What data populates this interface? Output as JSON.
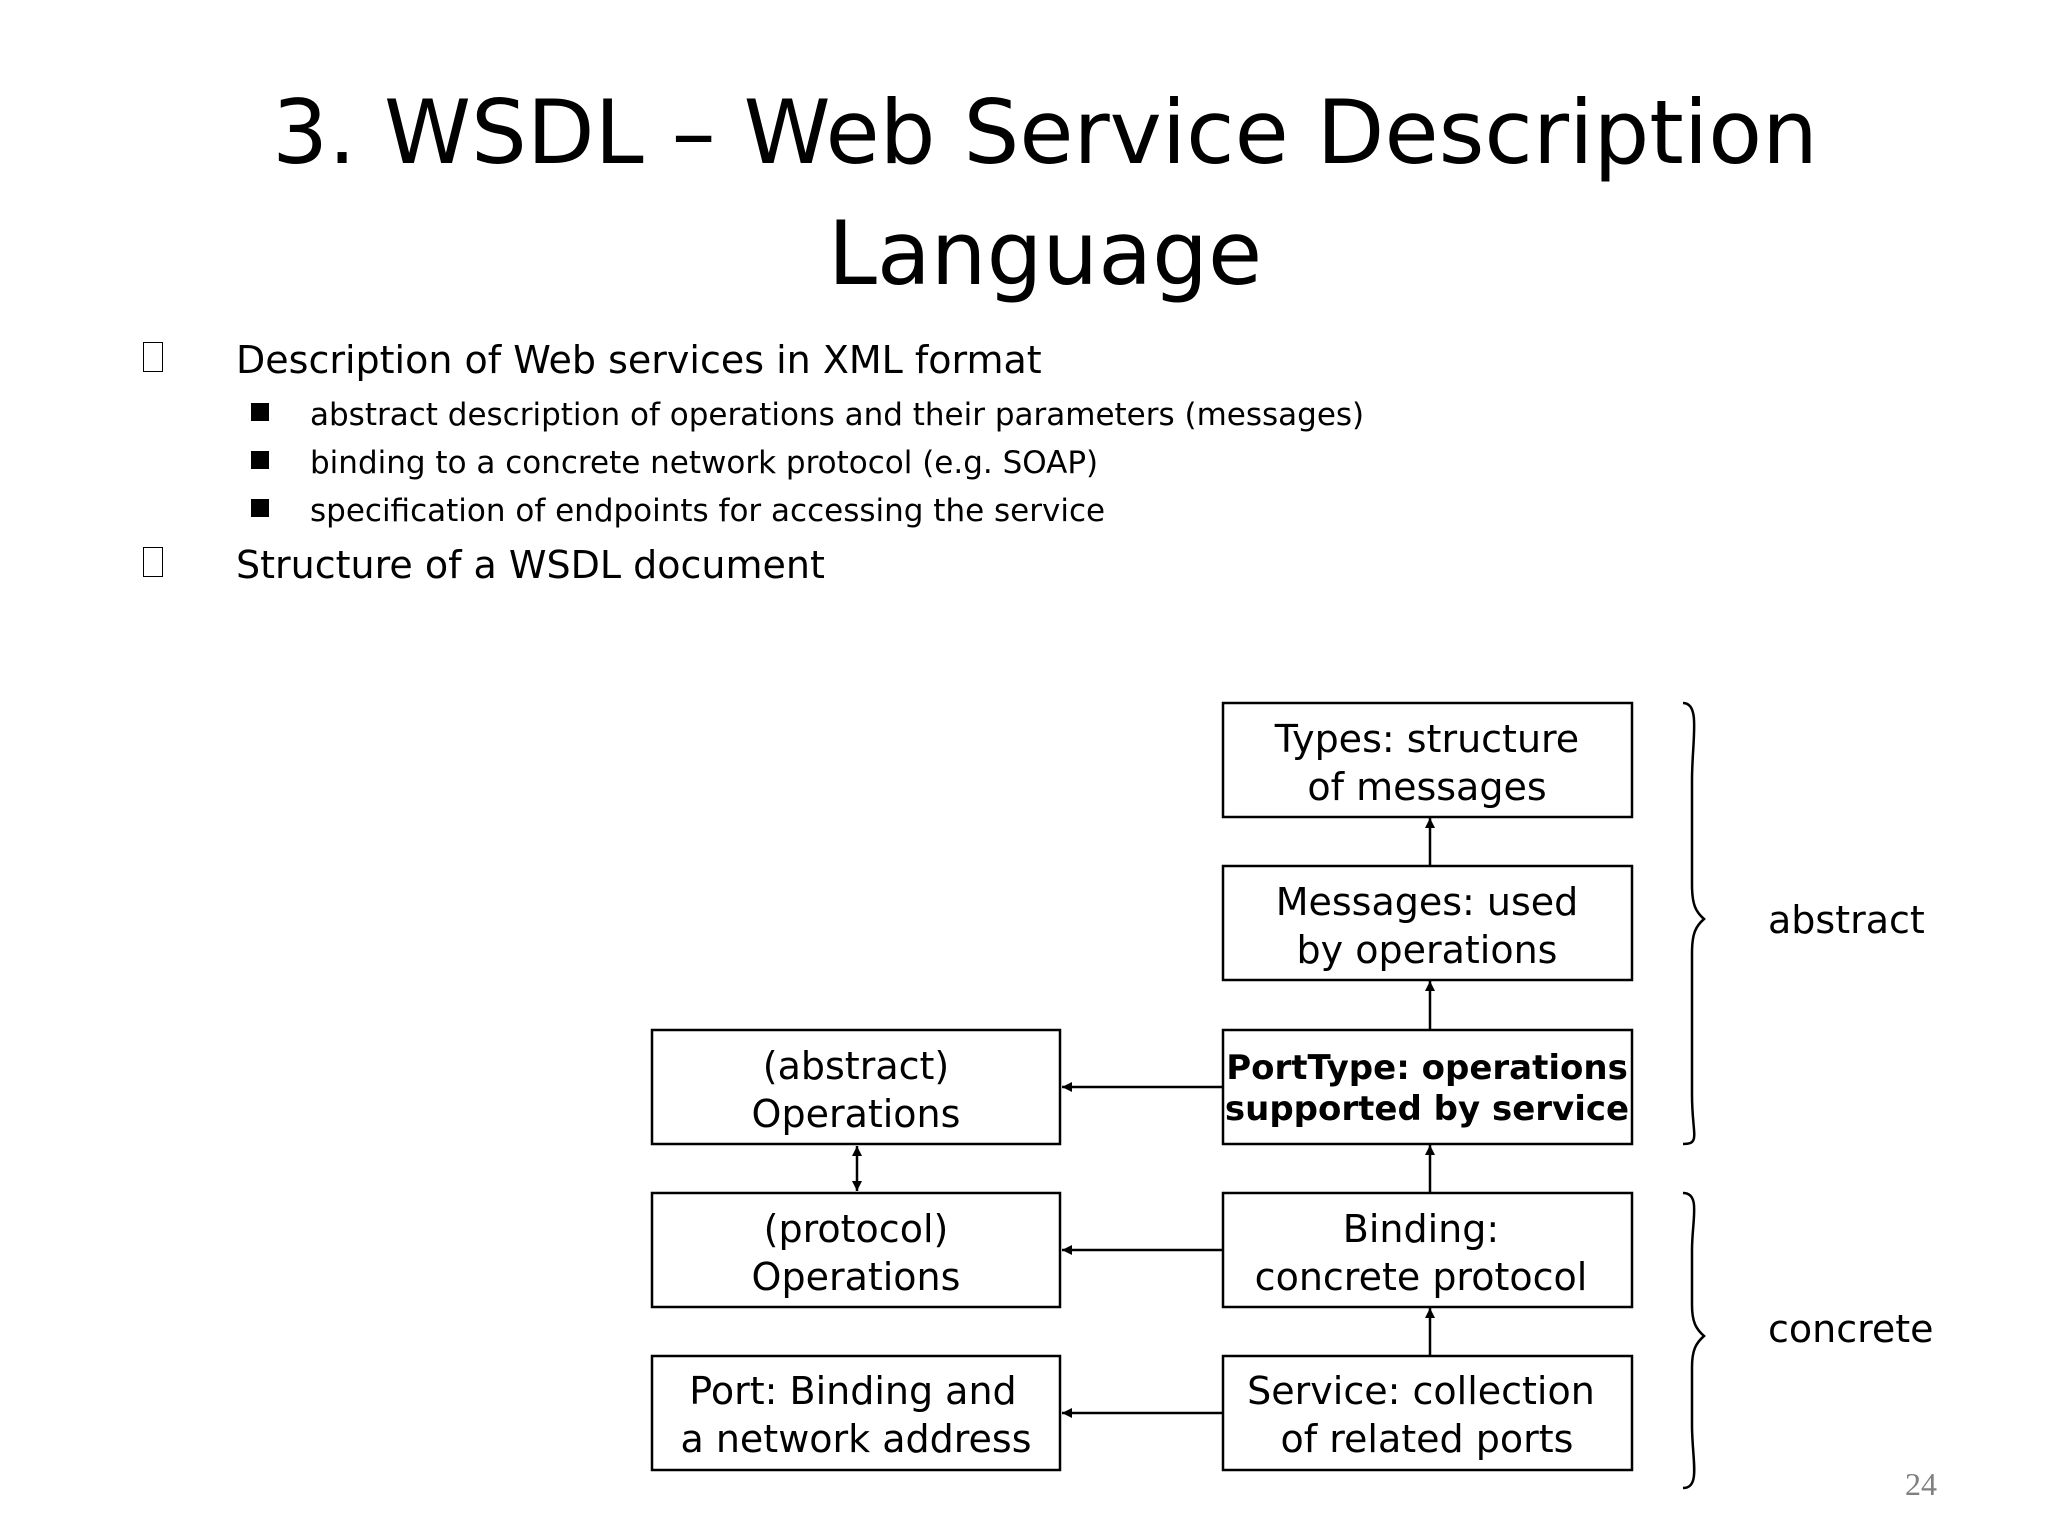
{
  "slide": {
    "title_lines": [
      "3. WSDL – Web Service Description",
      "Language"
    ],
    "page_number": "24"
  },
  "bullets": [
    {
      "text": "Description of Web services in XML format",
      "sub": [
        "abstract description of operations and their parameters (messages)",
        "binding to a concrete network protocol (e.g. SOAP)",
        "specification of endpoints for accessing the service"
      ]
    },
    {
      "text": "Structure of a WSDL document",
      "sub": []
    }
  ],
  "diagram": {
    "boxes": {
      "types": [
        "Types: structure",
        "of messages"
      ],
      "messages": [
        "Messages: used",
        "by operations"
      ],
      "porttype": [
        "PortType: operations",
        "supported by service"
      ],
      "binding": [
        "Binding:",
        "concrete protocol"
      ],
      "service": [
        "Service: collection",
        "of related ports"
      ],
      "abstract_operations": [
        "(abstract)",
        "Operations"
      ],
      "protocol_operations": [
        "(protocol)",
        "Operations"
      ],
      "port": [
        "Port: Binding and",
        "a network address"
      ]
    },
    "groups": {
      "abstract": "abstract",
      "concrete": "concrete"
    }
  }
}
